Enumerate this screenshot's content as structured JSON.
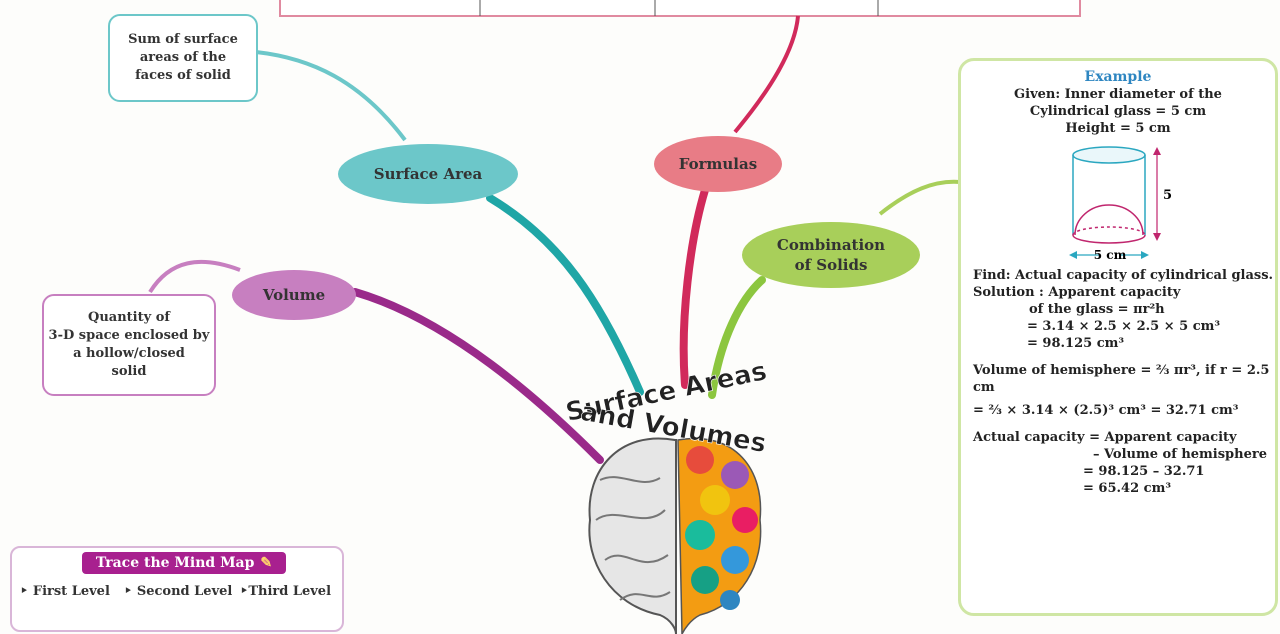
{
  "center": {
    "line1": "Surface Areas",
    "line2": "and Volumes"
  },
  "branches": {
    "surface_area": {
      "label": "Surface Area",
      "desc": [
        "Sum of surface",
        "areas of the",
        "faces of solid"
      ]
    },
    "formulas": {
      "label": "Formulas"
    },
    "combination": {
      "label_lines": [
        "Combination",
        "of Solids"
      ]
    },
    "volume": {
      "label": "Volume",
      "desc": [
        "Quantity of",
        "3-D space enclosed by",
        "a hollow/closed",
        "solid"
      ]
    }
  },
  "example": {
    "title": "Example",
    "given_lines": [
      "Given: Inner diameter of the",
      "Cylindrical glass = 5 cm",
      "Height = 5 cm"
    ],
    "figure": {
      "height_label": "5",
      "width_label": "5 cm"
    },
    "find": "Find: Actual capacity of cylindrical glass.",
    "solution_lines": [
      "Solution : Apparent capacity",
      "of the glass = πr²h",
      "= 3.14 × 2.5 × 2.5 × 5 cm³",
      "= 98.125 cm³"
    ],
    "hemisphere_line": "Volume of hemisphere = ⅔ πr³, if r = 2.5 cm",
    "hemisphere_calc": "= ⅔ × 3.14 × (2.5)³ cm³ = 32.71 cm³",
    "actual_lines": [
      "Actual capacity = Apparent capacity",
      "– Volume of hemisphere",
      "= 98.125 – 32.71",
      "= 65.42 cm³"
    ]
  },
  "legend": {
    "title": "Trace the  Mind Map",
    "levels": [
      "First Level",
      "Second Level",
      "Third Level"
    ]
  },
  "colors": {
    "surface": "#6cc7c9",
    "formulas": "#e87c86",
    "combination": "#a8cf5a",
    "volume": "#c77fc0",
    "volume_branch": "#9a2a8a",
    "formulas_branch": "#d12a5b",
    "surface_branch": "#1fa6a6"
  }
}
